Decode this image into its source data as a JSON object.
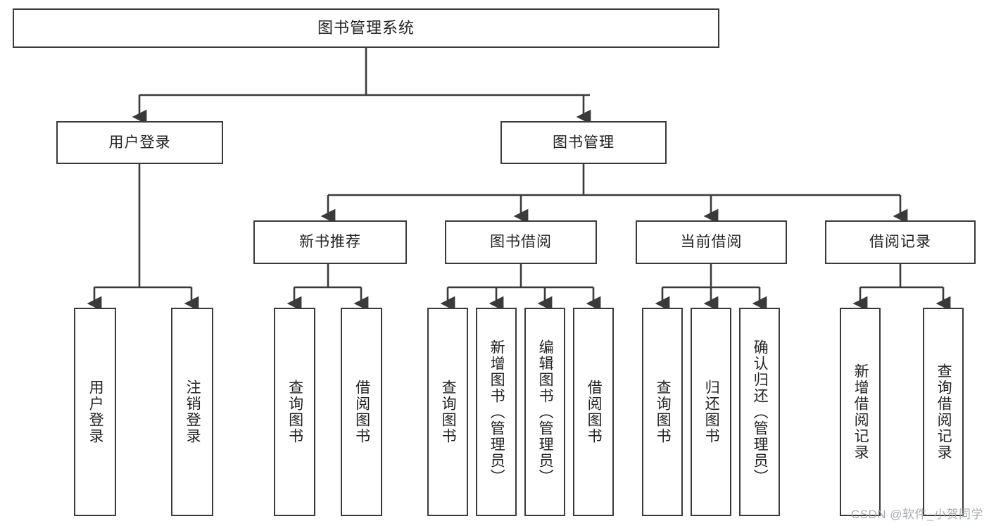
{
  "diagram": {
    "title": "图书管理系统",
    "type": "tree-diagram",
    "colors": {
      "stroke": "#3a3a3a",
      "background": "#ffffff",
      "text": "#222222",
      "watermark": "#9aa0a6"
    },
    "root": {
      "label": "图书管理系统"
    },
    "level2": [
      {
        "label": "用户登录"
      },
      {
        "label": "图书管理"
      }
    ],
    "level3": [
      {
        "label": "新书推荐"
      },
      {
        "label": "图书借阅"
      },
      {
        "label": "当前借阅"
      },
      {
        "label": "借阅记录"
      }
    ],
    "leaves": {
      "user_login": [
        {
          "label": "用户登录"
        },
        {
          "label": "注销登录"
        }
      ],
      "new_book_recommend": [
        {
          "label": "查询图书"
        },
        {
          "label": "借阅图书"
        }
      ],
      "book_borrow": [
        {
          "label": "查询图书"
        },
        {
          "label": "新增图书（管理员）"
        },
        {
          "label": "编辑图书（管理员）"
        },
        {
          "label": "借阅图书"
        }
      ],
      "current_borrow": [
        {
          "label": "查询图书"
        },
        {
          "label": "归还图书"
        },
        {
          "label": "确认归还（管理员）"
        }
      ],
      "borrow_record": [
        {
          "label": "新增借阅记录"
        },
        {
          "label": "查询借阅记录"
        }
      ]
    }
  },
  "watermark": {
    "text": "CSDN @软件_小贺同学"
  }
}
